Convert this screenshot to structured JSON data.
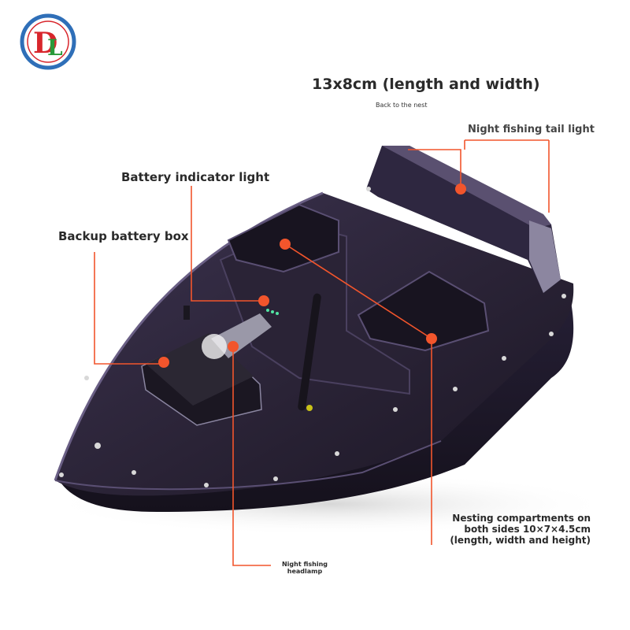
{
  "logo": {
    "text": "DL",
    "ring_color": "#2f6fb8",
    "letter_color": "#d8262c",
    "letter_color_2": "#2a9a3a"
  },
  "annotations": {
    "dimensions": "13x8cm (length and width)",
    "back_to_nest": "Back to the nest",
    "tail_light": "Night fishing tail light",
    "battery_indicator": "Battery indicator light",
    "backup_battery": "Backup battery box",
    "nesting_compartments": "Nesting compartments on both sides 10×7×4.5cm (length, width and height)",
    "headlamp": "Night fishing headlamp"
  },
  "colors": {
    "marker": "#f2552c",
    "hull": "#2a2336",
    "hull_highlight": "#5a4f73"
  }
}
